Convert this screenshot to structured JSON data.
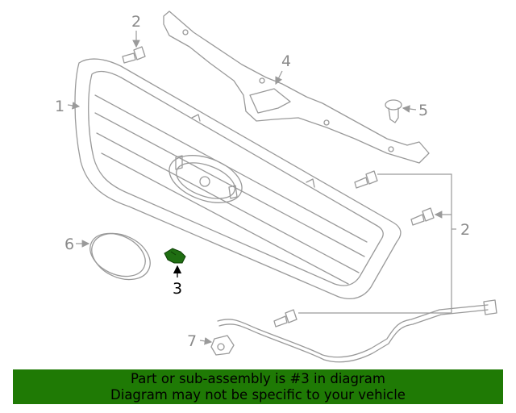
{
  "callouts": [
    {
      "id": "c1",
      "text": "1"
    },
    {
      "id": "c2a",
      "text": "2"
    },
    {
      "id": "c2b",
      "text": "2"
    },
    {
      "id": "c3",
      "text": "3"
    },
    {
      "id": "c4",
      "text": "4"
    },
    {
      "id": "c5",
      "text": "5"
    },
    {
      "id": "c6",
      "text": "6"
    },
    {
      "id": "c7",
      "text": "7"
    }
  ],
  "colors": {
    "line_art": "#9a9a9a",
    "highlight_part": "#1f6e12",
    "banner_bg": "#1f7a05"
  },
  "banner": {
    "line1": "Part or sub-assembly is #3 in diagram",
    "line2": "Diagram may not be specific to your vehicle"
  }
}
